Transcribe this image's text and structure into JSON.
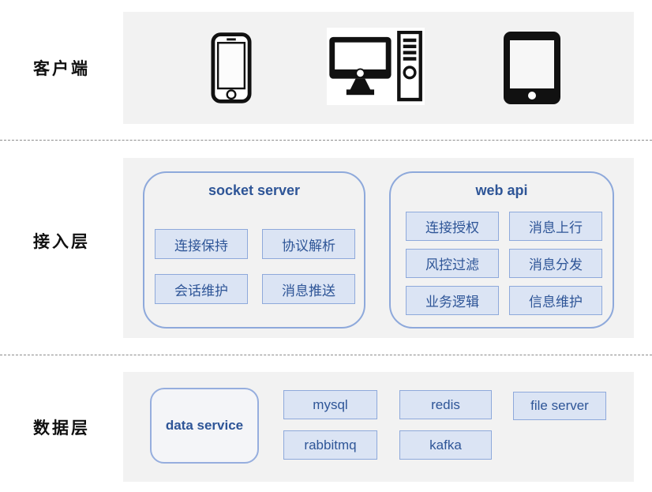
{
  "diagram": {
    "layers": [
      {
        "label": "客户端",
        "icons": [
          {
            "name": "smartphone-icon"
          },
          {
            "name": "desktop-computer-icon"
          },
          {
            "name": "tablet-icon"
          }
        ]
      },
      {
        "label": "接入层",
        "groups": [
          {
            "title": "socket server",
            "items": [
              "连接保持",
              "协议解析",
              "会话维护",
              "消息推送"
            ]
          },
          {
            "title": "web api",
            "items": [
              "连接授权",
              "消息上行",
              "风控过滤",
              "消息分发",
              "业务逻辑",
              "信息维护"
            ]
          }
        ]
      },
      {
        "label": "数据层",
        "service_box": "data service",
        "items_row1": [
          "mysql",
          "redis",
          "file server"
        ],
        "items_row2": [
          "rabbitmq",
          "kafka"
        ]
      }
    ],
    "colors": {
      "panel_bg": "#f2f2f2",
      "node_fill": "#dbe4f4",
      "node_border": "#8ea9db",
      "node_text": "#2e5597",
      "container_border": "#8ea9db",
      "title_text": "#2e5597",
      "label_text": "#111111",
      "divider": "#8c8c8c",
      "icon_color": "#111111"
    }
  }
}
